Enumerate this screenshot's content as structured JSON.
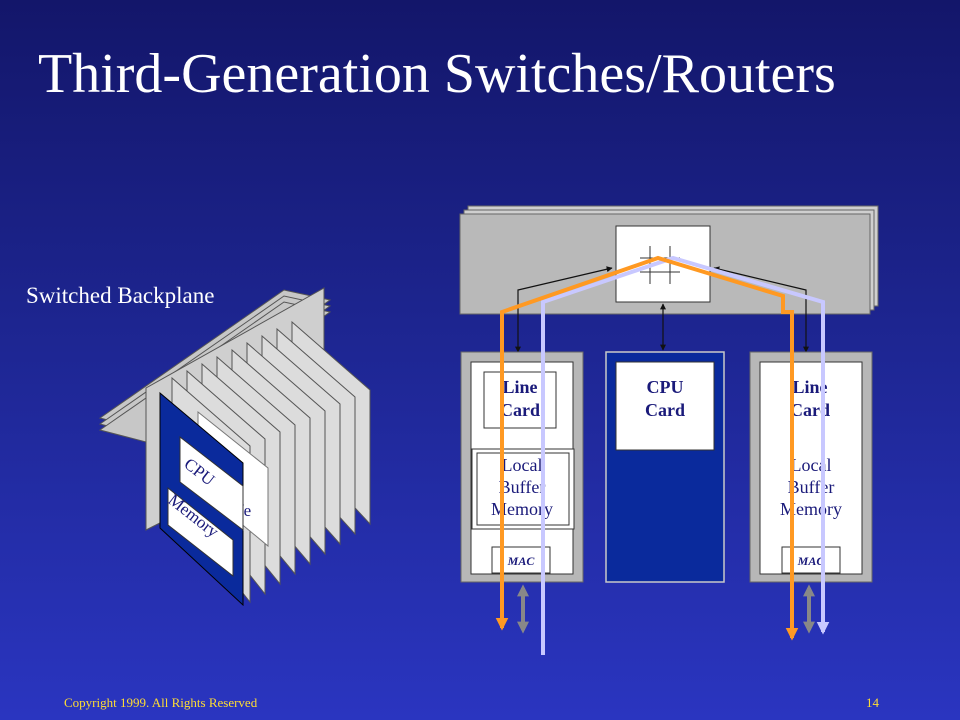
{
  "slide": {
    "title": "Third-Generation Switches/Routers",
    "backplane_label": "Switched Backplane"
  },
  "left_diagram": {
    "cpu_card_label": "CPU",
    "memory_label": "Memory",
    "behind_card_label_partial": "fe"
  },
  "right_diagram": {
    "left_line_card": {
      "title_line1": "Line",
      "title_line2": "Card",
      "buffer_line1": "Local",
      "buffer_line2": "Buffer",
      "buffer_line3": "Memory",
      "mac_label": "MAC"
    },
    "cpu_card": {
      "title_line1": "CPU",
      "title_line2": "Card"
    },
    "right_line_card": {
      "title_line1": "Line",
      "title_line2": "Card",
      "buffer_line1": "Local",
      "buffer_line2": "Buffer",
      "buffer_line3": "Memory",
      "mac_label": "MAC"
    }
  },
  "colors": {
    "path_orange": "#ff9922",
    "path_lavender": "#c8c8ff",
    "card_gray": "#b7b7b7",
    "cpu_card_blue": "#0a2a9c"
  },
  "footer": {
    "copyright": "Copyright 1999. All Rights Reserved",
    "page_number": "14"
  }
}
